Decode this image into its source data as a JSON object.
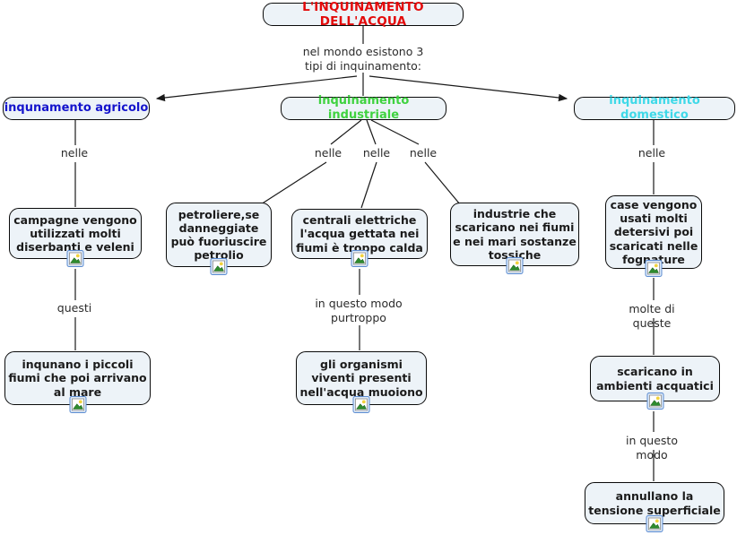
{
  "colors": {
    "node_fill": "#edf3f8",
    "node_border": "#0a0a0a",
    "line": "#1a1a1a",
    "title_text": "#e30b0b",
    "agricolo_text": "#1414cc",
    "industriale_text": "#3fd23f",
    "domestico_text": "#3fd9e8",
    "concept_text": "#1b1b1b",
    "connector_text": "#2b2b2b"
  },
  "root": {
    "label": "L'INQUINAMENTO DELL'ACQUA"
  },
  "root_connector": {
    "label": "nel mondo esistono 3\ntipi di inquinamento:"
  },
  "branches": {
    "agricolo": {
      "label": "inqunamento agricolo"
    },
    "industriale": {
      "label": "inquinamento industriale"
    },
    "domestico": {
      "label": "inquinamento domestico"
    }
  },
  "connectors": {
    "agricolo_nelle": "nelle",
    "industriale_nelle_1": "nelle",
    "industriale_nelle_2": "nelle",
    "industriale_nelle_3": "nelle",
    "domestico_nelle": "nelle",
    "questi": "questi",
    "in_questo_modo_purtroppo": "in questo modo\npurtroppo",
    "molte_di_queste": "molte di queste",
    "in_questo_modo": "in questo modo"
  },
  "concepts": {
    "campagne": "campagne vengono\nutilizzati molti\ndiserbanti e veleni",
    "inqunano": "inqunano i piccoli\nfiumi che poi arrivano\nal mare",
    "petroliere": "petroliere,se\ndanneggiate\npuò fuoriuscire\npetrolio",
    "centrali": "centrali elettriche\nl'acqua gettata nei\nfiumi è troppo calda",
    "industrie": "industrie che\nscaricano nei fiumi\ne nei mari sostanze\ntossiche",
    "organismi": "gli organismi\nviventi presenti\nnell'acqua muoiono",
    "case": "case vengono\nusati molti\ndetersivi poi\nscaricati nelle\nfognature",
    "scaricano": "scaricano in\nambienti acquatici",
    "annullano": "annullano la\ntensione superficiale"
  },
  "icon": {
    "name": "image-icon"
  }
}
